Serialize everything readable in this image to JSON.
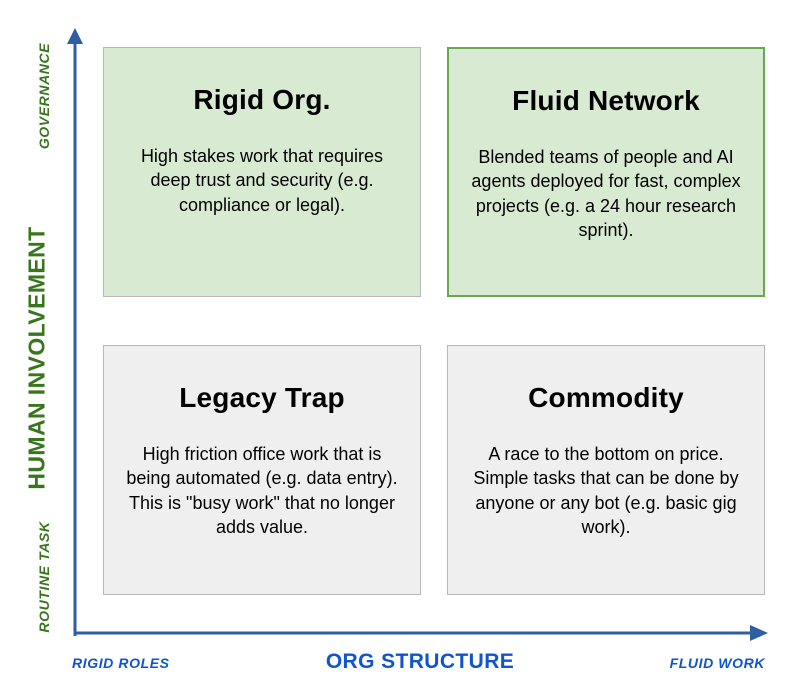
{
  "y_axis": {
    "title": "HUMAN INVOLVEMENT",
    "top_label": "GOVERNANCE",
    "bottom_label": "ROUTINE TASK"
  },
  "x_axis": {
    "title": "ORG STRUCTURE",
    "left_label": "RIGID ROLES",
    "right_label": "FLUID WORK"
  },
  "quadrants": [
    {
      "id": "top-left",
      "title": "Rigid Org.",
      "description": "High stakes work that requires deep trust and security (e.g. compliance or legal)."
    },
    {
      "id": "top-right",
      "title": "Fluid Network",
      "description": "Blended teams of people and AI agents deployed for fast, complex projects (e.g. a 24 hour research sprint)."
    },
    {
      "id": "bottom-left",
      "title": "Legacy Trap",
      "description": "High friction office work that is being automated (e.g. data entry). This is \"busy work\" that no longer adds value."
    },
    {
      "id": "bottom-right",
      "title": "Commodity",
      "description": "A race to the bottom on price. Simple tasks that can be done by anyone or any bot (e.g. basic gig work)."
    }
  ],
  "colors": {
    "green_fill": "#d9ead3",
    "green_border": "#6aa84f",
    "gray_fill": "#efefef",
    "gray_border": "#b7b7b7",
    "axis_blue": "#2e5fa3",
    "text_blue": "#1155cc",
    "text_green": "#38761d"
  }
}
